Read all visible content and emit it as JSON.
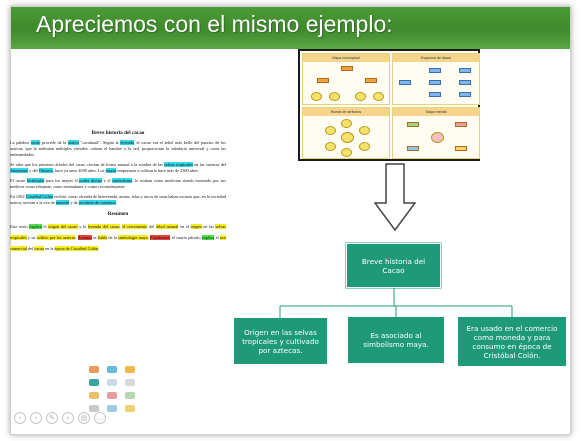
{
  "slide": {
    "title": "Apreciemos con el mismo ejemplo:",
    "header_color": "#3f8a2d"
  },
  "document": {
    "heading_1": "Breve historia del cacao",
    "p1": "La palabra cacao procede de la azteca \"cacahuatl\". Según la leyenda, el cacao era el árbol más bello del paraíso de los aztecas, que le atribuían múltiples virtudes, calmar el hambre y la sed, proporcionar la sabiduría universal y curar las enfermedades.",
    "p2": "Se sabe que los primeros árboles del cacao crecían de forma natural a la sombra de las selvas tropicales en las cuencas del Amazonas y del Orinoco, hace ya unos 4000 años. Los mayas empezaron a cultivarlo hace más de 2500 años.",
    "p3": "El cacao fertilizaba para los mayas el poder divino y el simbolismo, lo usaban como medicina siendo mostrado por sus médicos como relajante, como estimulante y como reconstituyente.",
    "p4": "En 1502 Cristóbal Colón recibió, como ofrenda de bienvenida, armas, telas y sacos de unas habas oscuras que, en la sociedad azteca, servían a la vez de moneda y de producto de consumo.",
    "heading_2": "Resumen",
    "summary": "Este texto explica el origen del cacao y la leyenda del cacao, el crecimiento del árbol natural en el origen en las selvas tropicales y su cultivo por los aztecas. Además se habla de la simbología maya. Finalmente, el cuarto párrafo explica el uso comercial del cacao en la época de Cristóbal Colón."
  },
  "image_panel": {
    "q1_label": "Mapa conceptual",
    "q2_label": "Esquema de llaves",
    "q3_label": "Rueda de atributos",
    "q4_label": "Mapa mental"
  },
  "chart": {
    "root": "Breve historia del Cacao",
    "children": [
      "Origen en las selvas tropicales y cultivado por aztecas.",
      "Es asociado al simbolismo maya.",
      "Era usado en el comercio como moneda y para consumo en época de Cristóbal Colón."
    ],
    "node_color": "#1f9a79"
  },
  "controls": {
    "icons": [
      "prev-icon",
      "next-icon",
      "pen-icon",
      "zoom-icon",
      "slides-icon",
      "more-icon"
    ],
    "glyphs": [
      "‹",
      "›",
      "✎",
      "⌕",
      "▤",
      "…"
    ]
  }
}
